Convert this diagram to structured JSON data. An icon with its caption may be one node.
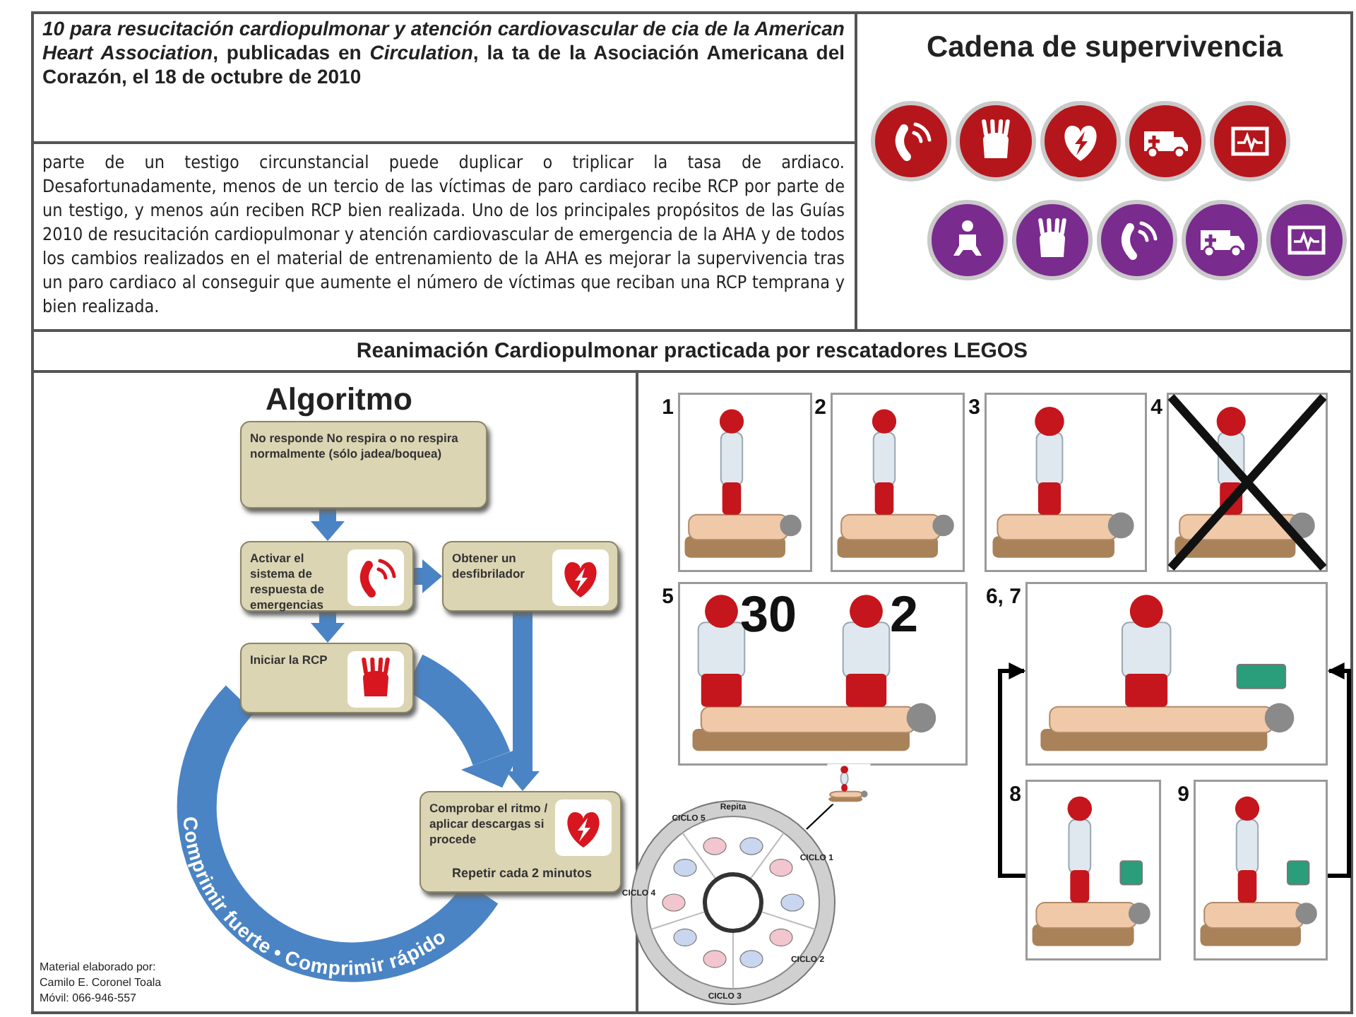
{
  "diagram": {
    "nodes": [
      {
        "text": [
          "No responde No respira o no respira normalmente (sólo jadea/boquea)"
        ]
      },
      {
        "text": [
          "Activar el sistema de respuesta de emergencias"
        ]
      },
      {
        "text": [
          "Obtener un desfibrilador"
        ]
      },
      {
        "text": [
          "Iniciar la RCP"
        ]
      },
      {
        "text": [
          "Comprobar el ritmo / aplicar descargas si procede",
          "Repetir cada 2 minutos"
        ]
      },
      {
        "text": [],
        "shape": "picture",
        "beside": [
          "1"
        ]
      },
      {
        "text": [],
        "shape": "picture",
        "beside": [
          "2"
        ]
      },
      {
        "text": [],
        "shape": "picture",
        "beside": [
          "3"
        ]
      },
      {
        "text": [],
        "shape": "picture",
        "beside": [
          "4"
        ]
      },
      {
        "text": [
          "30",
          "2"
        ],
        "beside": [
          "5"
        ]
      },
      {
        "text": [],
        "shape": "picture",
        "beside": [
          "6, 7"
        ]
      },
      {
        "text": [],
        "shape": "picture",
        "beside": [
          "8"
        ]
      },
      {
        "text": [],
        "shape": "picture",
        "beside": [
          "9"
        ]
      },
      {
        "text": [
          "CICLO 5",
          "Repita",
          "CICLO 1",
          "CICLO 2",
          "CICLO 3",
          "CICLO 4"
        ]
      },
      {
        "text": [],
        "shape": "picture"
      }
    ],
    "edges": [
      {
        "from": 0,
        "to": 1,
        "arrow": "to"
      },
      {
        "from": 1,
        "to": 2,
        "arrow": "to"
      },
      {
        "from": 1,
        "to": 3,
        "arrow": "to"
      },
      {
        "from": 2,
        "to": 4,
        "arrow": "to"
      },
      {
        "from": 4,
        "to": 3,
        "arrow": "none",
        "style": "thick",
        "label": "Comprimir fuerte • Comprimir rápido"
      },
      {
        "from": 3,
        "to": 4,
        "arrow": "to",
        "style": "thick"
      },
      {
        "from": 11,
        "to": 10,
        "arrow": "to",
        "color": "#000000"
      },
      {
        "from": 12,
        "to": 10,
        "arrow": "to",
        "color": "#000000"
      },
      {
        "from": 13,
        "to": 14,
        "arrow": "none",
        "color": "#000000"
      }
    ],
    "labels": [
      "*10 para resucitación cardiopulmonar y atención cardiovascular de cia de la American Heart Association*, publicadas en *Circulation*, la ta de la Asociación Americana del Corazón, el 18 de octubre de 2010",
      "parte de un testigo circunstancial puede duplicar o triplicar la tasa de ardiaco. Desafortunadamente, menos de un tercio de las víctimas de paro cardiaco recibe RCP por parte de un testigo, y menos aún reciben RCP bien realizada. Uno de los principales propósitos de las Guías 2010 de resucitación cardiopulmonar y atención cardiovascular de emergencia de la AHA y de todos los cambios realizados en el material de entrenamiento de la AHA es mejorar la supervivencia tras un paro cardiaco al conseguir que aumente el número de víctimas que reciban una RCP temprana y bien realizada.",
      "Cadena de supervivencia",
      "Reanimación Cardiopulmonar practicada por rescatadores LEGOS",
      "Algoritmo",
      "Material elaborado por:",
      "Camilo E. Coronel Toala",
      "Móvil: 066-946-557"
    ]
  }
}
